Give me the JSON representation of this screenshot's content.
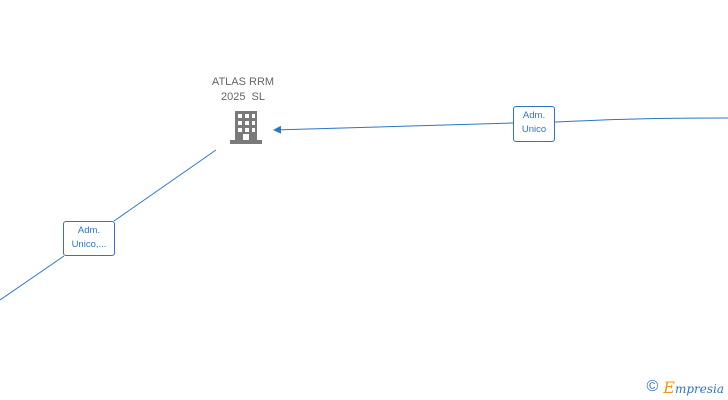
{
  "company": {
    "name_line1": "ATLAS RRM",
    "name_line2": "2025  SL",
    "icon": "building-icon"
  },
  "relations": [
    {
      "role_line1": "Adm.",
      "role_line2": "Unico"
    },
    {
      "role_line1": "Adm.",
      "role_line2": "Unico,..."
    }
  ],
  "watermark": {
    "symbol": "©",
    "brand_initial": "E",
    "brand_rest": "mpresia"
  },
  "colors": {
    "line": "#2f74c8",
    "icon": "#7a7a7a",
    "label": "#666666",
    "brand_accent": "#f29a18"
  }
}
